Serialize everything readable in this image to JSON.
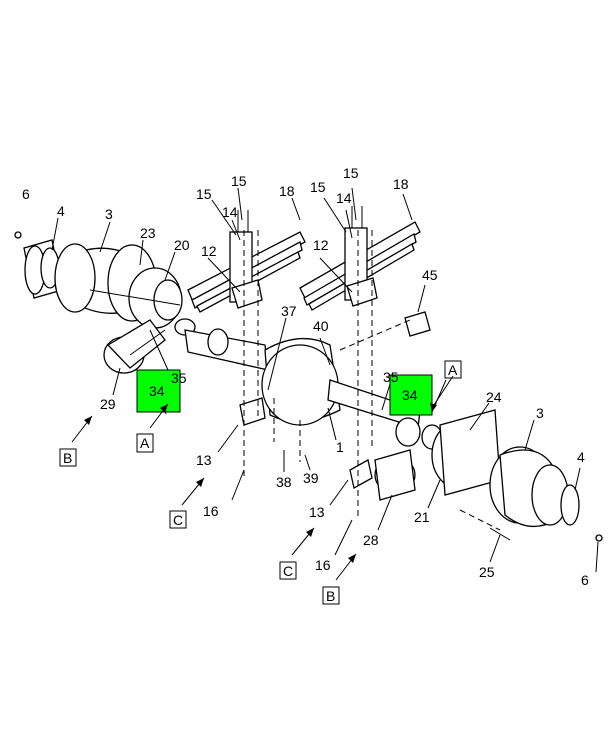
{
  "callouts": {
    "c6a": "6",
    "c4a": "4",
    "c3a": "3",
    "c23": "23",
    "c20": "20",
    "c15a": "15",
    "c15b": "15",
    "c14a": "14",
    "c18a": "18",
    "c12a": "12",
    "c15c": "15",
    "c15d": "15",
    "c14b": "14",
    "c18b": "18",
    "c12b": "12",
    "c45": "45",
    "c37": "37",
    "c40": "40",
    "c35a": "35",
    "c35b": "35",
    "c29": "29",
    "c13a": "13",
    "c16a": "16",
    "c38": "38",
    "c39": "39",
    "c1": "1",
    "c24": "24",
    "c3b": "3",
    "c4b": "4",
    "c6b": "6",
    "c21": "21",
    "c13b": "13",
    "c28": "28",
    "c16b": "16",
    "c25": "25"
  },
  "highlights": {
    "h34a": "34",
    "h34b": "34"
  },
  "boxed": {
    "bA1": "A",
    "bA2": "A",
    "bB1": "B",
    "bB2": "B",
    "bC1": "C",
    "bC2": "C"
  },
  "colors": {
    "highlight": "#00ff00",
    "line": "#000000",
    "background": "#ffffff"
  }
}
